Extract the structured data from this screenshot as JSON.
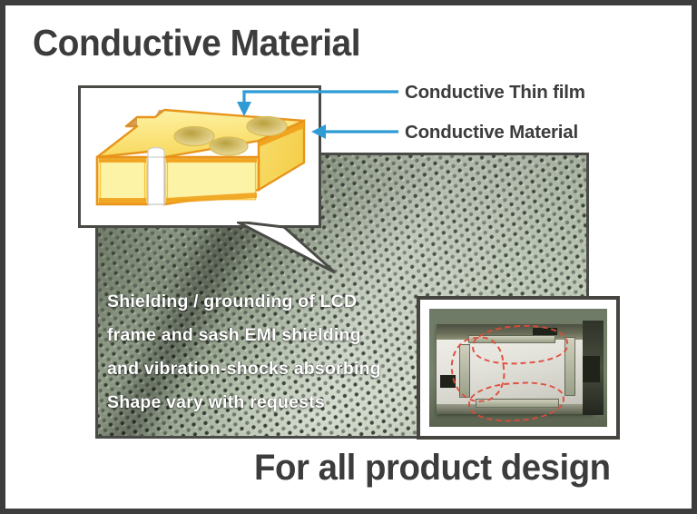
{
  "slide": {
    "title": "Conductive Material",
    "headline": "For all product design",
    "border_color": "#3d3d3d",
    "title_color": "#3c3c3c",
    "background_color": "#ffffff"
  },
  "callout": {
    "arrow_color": "#2e9bd4",
    "labels": [
      {
        "id": "thin-film",
        "text": "Conductive Thin film"
      },
      {
        "id": "material",
        "text": "Conductive Material"
      }
    ],
    "diagram": {
      "name": "conductive-foam-block",
      "body_color": "#fbe98c",
      "edge_color": "#e8941b",
      "hole_color": "#d8c46a",
      "hole_count": 3,
      "has_slit": true
    }
  },
  "fabric_photo": {
    "name": "conductive-fabric-photo",
    "base_color": "#8e9c86",
    "highlight_color": "#b9c6b0",
    "border_color": "#4a4a46"
  },
  "caption": {
    "text_color": "#ffffff",
    "lines": [
      "Shielding / grounding of LCD",
      "frame and sash EMI shielding",
      "and vibration-shocks absorbing",
      "Shape vary with requests"
    ]
  },
  "inset_photo": {
    "name": "lcd-module-application-photo",
    "frame_color": "#46443f",
    "annotation_color": "#e04a3a",
    "annotation_style": "red-dashed-outline",
    "annotation_count": 3
  }
}
